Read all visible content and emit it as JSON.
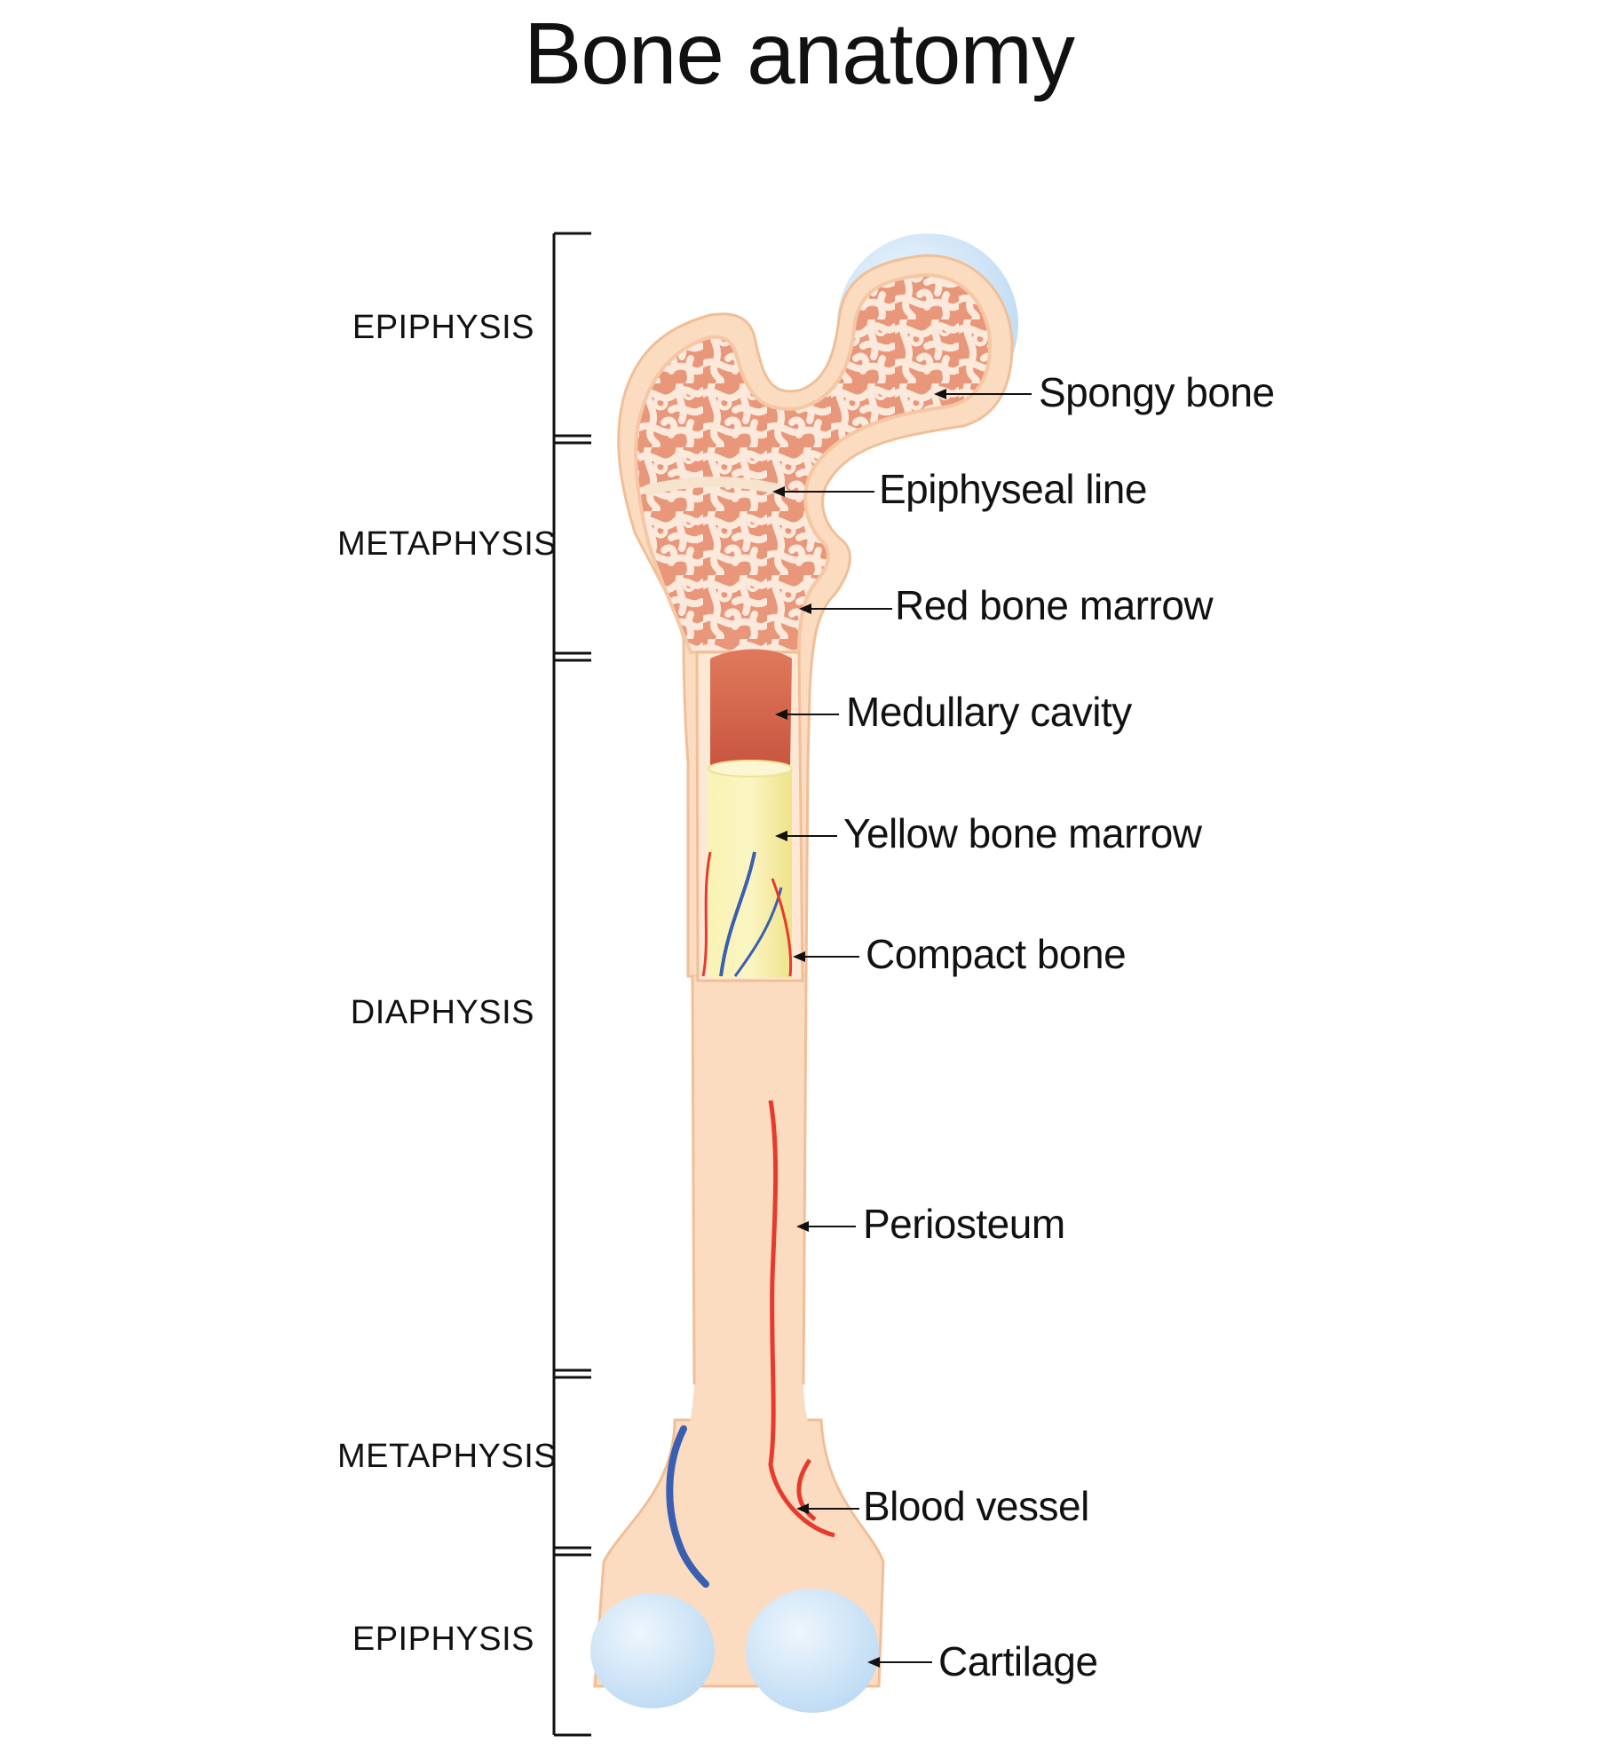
{
  "title": "Bone anatomy",
  "regions": [
    {
      "id": "epiphysis-top",
      "label": "EPIPHYSIS"
    },
    {
      "id": "metaphysis-top",
      "label": "METAPHYSIS"
    },
    {
      "id": "diaphysis",
      "label": "DIAPHYSIS"
    },
    {
      "id": "metaphysis-bottom",
      "label": "METAPHYSIS"
    },
    {
      "id": "epiphysis-bottom",
      "label": "EPIPHYSIS"
    }
  ],
  "parts": [
    {
      "id": "spongy-bone",
      "label": "Spongy bone"
    },
    {
      "id": "epiphyseal-line",
      "label": "Epiphyseal line"
    },
    {
      "id": "red-bone-marrow",
      "label": "Red bone marrow"
    },
    {
      "id": "medullary-cavity",
      "label": "Medullary cavity"
    },
    {
      "id": "yellow-bone-marrow",
      "label": "Yellow bone marrow"
    },
    {
      "id": "compact-bone",
      "label": "Compact bone"
    },
    {
      "id": "periosteum",
      "label": "Periosteum"
    },
    {
      "id": "blood-vessel",
      "label": "Blood vessel"
    },
    {
      "id": "cartilage",
      "label": "Cartilage"
    }
  ],
  "colors": {
    "bone": "#fbdcc0",
    "bone_edge": "#f0bf98",
    "spongy": "#e9977a",
    "trabeculae": "#fbe9dc",
    "medullary": "#cf6146",
    "yellow_marrow": "#f6ee9a",
    "cartilage": "#cfe6f8",
    "artery": "#e83a2c",
    "vein": "#3b5fb0"
  }
}
